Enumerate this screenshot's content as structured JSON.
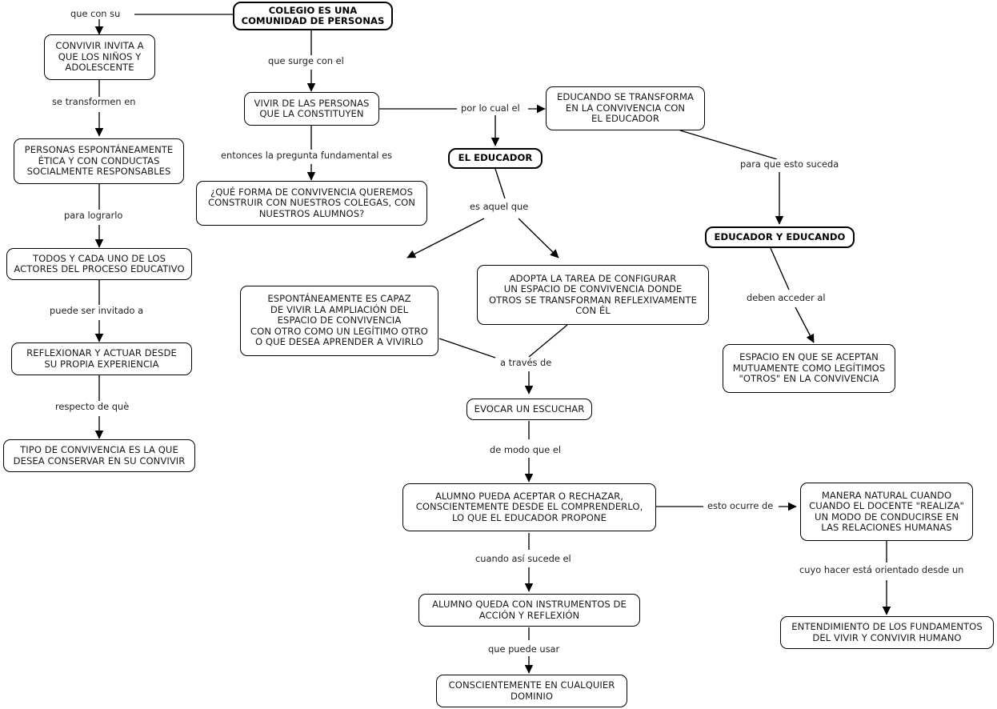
{
  "diagram": {
    "title": "COLEGIO ES UNA COMUNIDAD DE PERSONAS",
    "type": "concept-map",
    "language": "es",
    "colors": {
      "stroke": "#000000",
      "text": "#1a1a1a",
      "background": "#ffffff"
    }
  },
  "nodes": [
    {
      "id": "colegio",
      "text": "COLEGIO ES UNA\nCOMUNIDAD DE PERSONAS"
    },
    {
      "id": "convivir",
      "text": "CONVIVIR INVITA A\nQUE LOS NIÑOS Y\nADOLESCENTE"
    },
    {
      "id": "personas",
      "text": "PERSONAS ESPONTÁNEAMENTE\nÉTICA Y CON CONDUCTAS\nSOCIALMENTE RESPONSABLES"
    },
    {
      "id": "todos",
      "text": "TODOS Y CADA UNO DE LOS\nACTORES DEL PROCESO EDUCATIVO"
    },
    {
      "id": "reflexionar",
      "text": "REFLEXIONAR Y ACTUAR DESDE\nSU PROPIA EXPERIENCIA"
    },
    {
      "id": "tipo",
      "text": "TIPO DE CONVIVENCIA ES LA QUE\nDESEA CONSERVAR EN SU CONVIVIR"
    },
    {
      "id": "vivir",
      "text": "VIVIR DE LAS PERSONAS\nQUE LA CONSTITUYEN"
    },
    {
      "id": "pregunta",
      "text": "¿QUÉ FORMA DE CONVIVENCIA QUEREMOS\nCONSTRUIR CON NUESTROS COLEGAS, CON\nNUESTROS ALUMNOS?"
    },
    {
      "id": "educando",
      "text": "EDUCANDO SE TRANSFORMA\nEN LA CONVIVENCIA CON\nEL EDUCADOR"
    },
    {
      "id": "el_educador",
      "text": "EL EDUCADOR"
    },
    {
      "id": "educador_educando",
      "text": "EDUCADOR Y EDUCANDO"
    },
    {
      "id": "espacio",
      "text": "ESPACIO EN QUE SE ACEPTAN\nMUTUAMENTE COMO LEGÍTIMOS\n\"OTROS\" EN LA CONVIVENCIA"
    },
    {
      "id": "espontaneamente",
      "text": "ESPONTÁNEAMENTE ES CAPAZ\nDE VIVIR LA AMPLIACIÓN DEL\nESPACIO DE CONVIVENCIA\nCON OTRO COMO UN LEGÍTIMO OTRO\nO QUE DESEA APRENDER A VIVIRLO"
    },
    {
      "id": "adopta",
      "text": "ADOPTA LA TAREA DE CONFIGURAR\nUN ESPACIO DE CONVIVENCIA DONDE\nOTROS SE TRANSFORMAN REFLEXIVAMENTE\nCON ÉL"
    },
    {
      "id": "evocar",
      "text": "EVOCAR UN ESCUCHAR"
    },
    {
      "id": "alumno_pueda",
      "text": "ALUMNO PUEDA ACEPTAR O RECHAZAR,\nCONSCIENTEMENTE DESDE EL COMPRENDERLO,\nLO QUE EL EDUCADOR PROPONE"
    },
    {
      "id": "manera",
      "text": "MANERA NATURAL CUANDO\nCUANDO EL DOCENTE \"REALIZA\"\nUN MODO DE CONDUCIRSE EN\nLAS RELACIONES HUMANAS"
    },
    {
      "id": "alumno_queda",
      "text": "ALUMNO QUEDA CON INSTRUMENTOS DE\nACCIÓN Y REFLEXIÓN"
    },
    {
      "id": "entendimiento",
      "text": "ENTENDIMIENTO DE LOS FUNDAMENTOS\nDEL VIVIR Y CONVIVIR HUMANO"
    },
    {
      "id": "conscientemente",
      "text": "CONSCIENTEMENTE EN CUALQUIER\nDOMINIO"
    }
  ],
  "edge_labels": [
    {
      "id": "que_con_su",
      "text": "que con su"
    },
    {
      "id": "se_transformen",
      "text": "se transformen en"
    },
    {
      "id": "para_lograrlo",
      "text": "para lograrlo"
    },
    {
      "id": "puede_ser",
      "text": "puede ser invitado a"
    },
    {
      "id": "respecto_de",
      "text": "respecto de què"
    },
    {
      "id": "que_surge",
      "text": "que surge con el"
    },
    {
      "id": "entonces",
      "text": "entonces la pregunta fundamental es"
    },
    {
      "id": "por_lo_cual",
      "text": "por lo cual el"
    },
    {
      "id": "es_aquel",
      "text": "es aquel que"
    },
    {
      "id": "para_que_esto",
      "text": "para que esto suceda"
    },
    {
      "id": "deben_acceder",
      "text": "deben acceder al"
    },
    {
      "id": "a_traves",
      "text": "a través de"
    },
    {
      "id": "de_modo",
      "text": "de modo que el"
    },
    {
      "id": "esto_ocurre",
      "text": "esto ocurre de"
    },
    {
      "id": "cuando_asi",
      "text": "cuando así sucede el"
    },
    {
      "id": "cuyo_hacer",
      "text": "cuyo hacer está orientado desde un"
    },
    {
      "id": "que_puede_usar",
      "text": "que puede usar"
    }
  ]
}
